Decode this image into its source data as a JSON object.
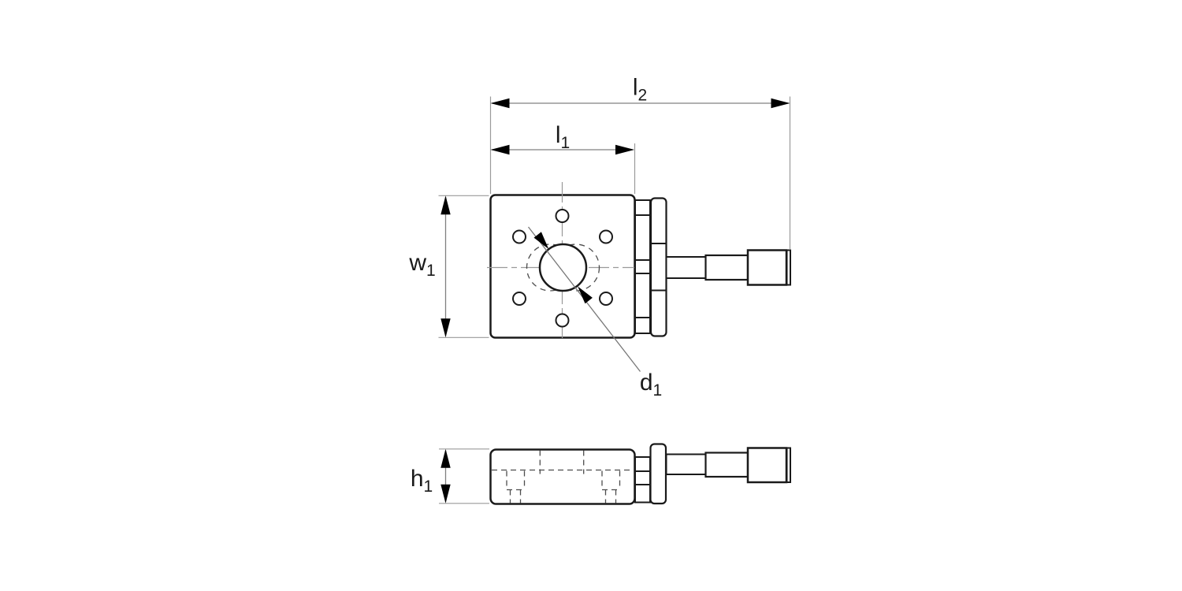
{
  "diagram": {
    "type": "engineering-drawing",
    "subject": "linear-translation-stage-with-micrometer",
    "views": [
      "top-view",
      "side-view"
    ],
    "dimension_labels": {
      "l2": {
        "base": "l",
        "sub": "2"
      },
      "l1": {
        "base": "l",
        "sub": "1"
      },
      "w1": {
        "base": "w",
        "sub": "1"
      },
      "d1": {
        "base": "d",
        "sub": "1"
      },
      "h1": {
        "base": "h",
        "sub": "1"
      }
    },
    "colors": {
      "background": "#ffffff",
      "outline": "#1a1a1a",
      "dimension_line": "#808080",
      "extension_line": "#9a9a9a",
      "centerline": "#9a9a9a",
      "hidden_line": "#4d4d4d",
      "arrowhead": "#000000",
      "label_text": "#1a1a1a"
    }
  }
}
